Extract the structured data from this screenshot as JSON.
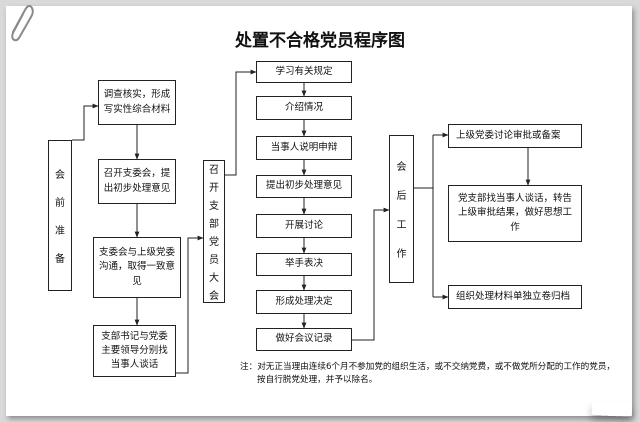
{
  "title": "处置不合格党员程序图",
  "prep": {
    "label": "会前准备",
    "steps": [
      "调查核实，形成写实性综合材料",
      "召开支委会，提出初步处理意见",
      "支委会与上级党委沟通，取得一致意见",
      "支部书记与党委主要领导分别找当事人谈话"
    ]
  },
  "meeting": {
    "label": "召开支部党员大会",
    "steps": [
      "学习有关规定",
      "介绍情况",
      "当事人说明申辩",
      "提出初步处理意见",
      "开展讨论",
      "举手表决",
      "形成处理决定",
      "做好会议记录"
    ]
  },
  "post": {
    "label": "会后工作",
    "steps": [
      "上级党委讨论审批或备案",
      "党支部找当事人谈话，转告上级审批结果，做好思想工作",
      "组织处理材料单独立卷归档"
    ]
  },
  "note": {
    "line1": "注：对无正当理由连续6个月不参加党的组织生活，或不交纳党费，或不做党所分配的工作的党员，",
    "line2": "按自行脱党处理，并予以除名。"
  },
  "colors": {
    "line": "#222222",
    "background": "#d9d9d9",
    "paper": "#ffffff"
  }
}
